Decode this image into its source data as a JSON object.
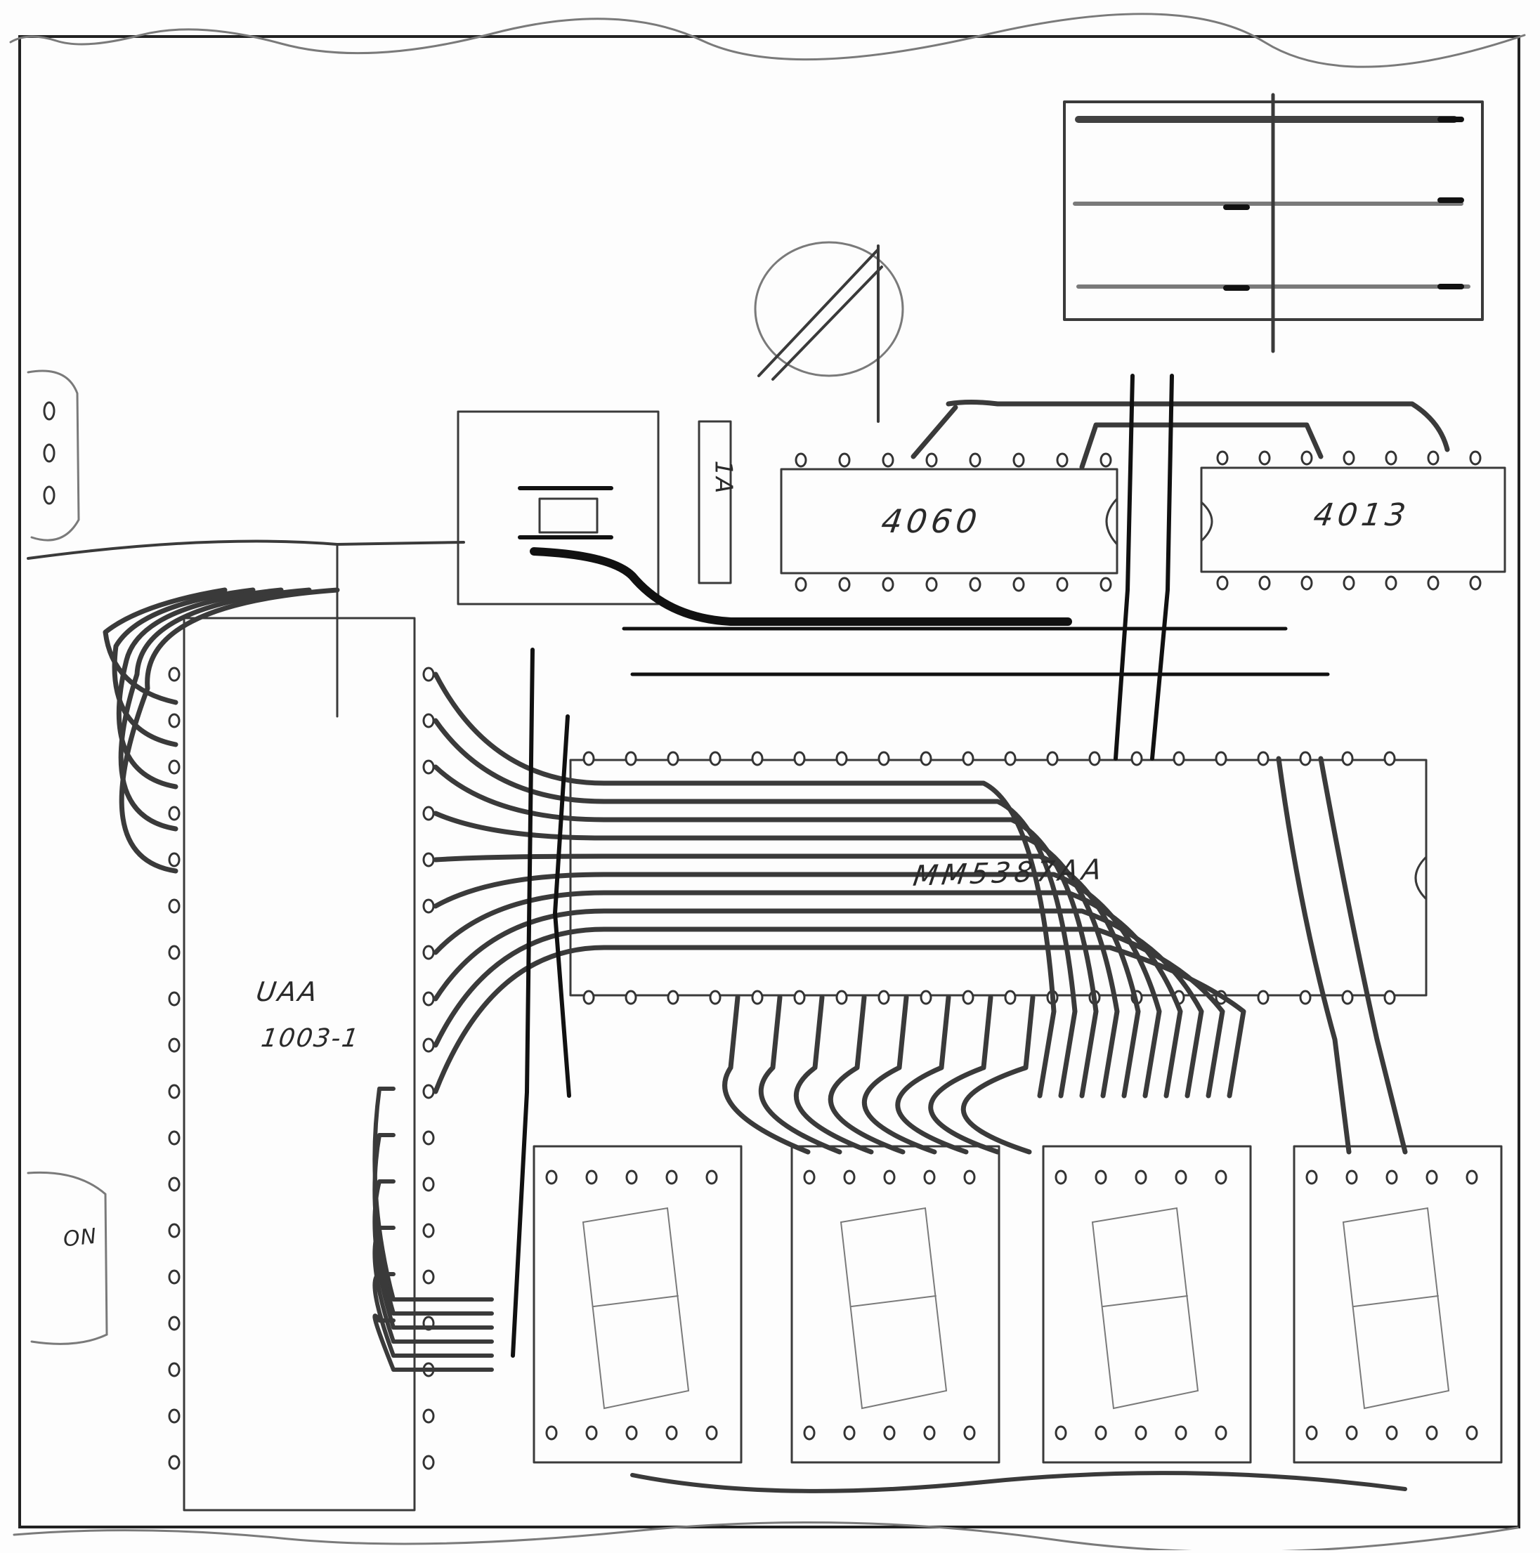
{
  "labels": {
    "ic_4060": "4060",
    "ic_4013": "4013",
    "ic_mm": "MM5387AA",
    "ic_uaa_line1": "UAA",
    "ic_uaa_line2": "1003-1",
    "relay": "1A",
    "switch": "ON"
  },
  "colors": {
    "paper": "#fdfdfd",
    "pencil": "#3a3a3a",
    "ink": "#111111",
    "shade": "#7a7a7a"
  },
  "icons": [
    "crystal-icon",
    "switch-icon",
    "potentiometer-icon",
    "pcb-trace-icon"
  ]
}
